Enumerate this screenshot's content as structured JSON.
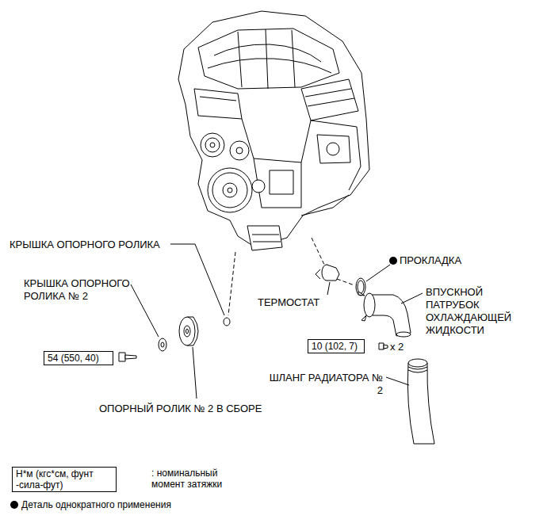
{
  "diagram": {
    "nodes": [
      {
        "text": [
          "54 (550, 40)"
        ]
      },
      {
        "text": [
          "10 (102, 7)"
        ]
      },
      {
        "text": [
          "Н*м (кгс*см, фунт -сила-фут)"
        ]
      }
    ],
    "labels": [
      "КРЫШКА ОПОРНОГО РОЛИКА",
      "КРЫШКА ОПОРНОГО РОЛИКА № 2",
      "ОПОРНЫЙ РОЛИК № 2 В СБОРЕ",
      "ТЕРМОСТАТ",
      "ПРОКЛАДКА",
      "ВПУСКНОЙ ПАТРУБОК ОХЛАЖДАЮЩЕЙ ЖИДКОСТИ",
      "x 2",
      "ШЛАНГ РАДИАТОРА № 2",
      ": номинальный момент затяжки"
    ],
    "legend": [
      {
        "text": "Деталь однократного применения"
      }
    ]
  }
}
